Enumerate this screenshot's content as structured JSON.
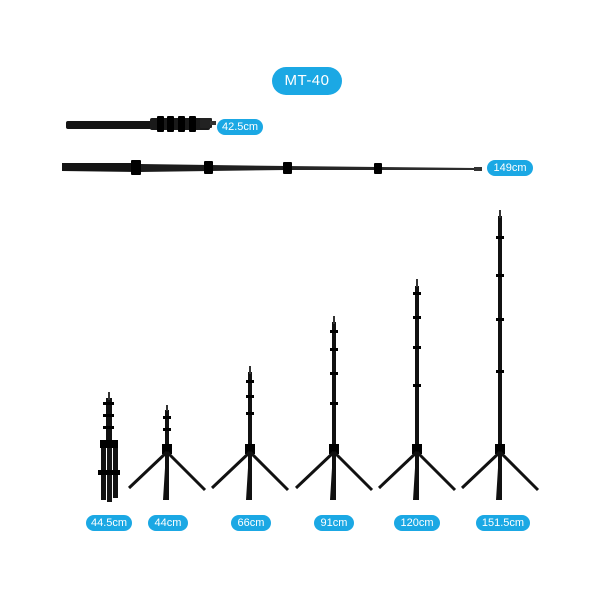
{
  "title": "MT-40",
  "pole_collapsed_label": "42.5cm",
  "pole_extended_label": "149cm",
  "stand_labels": [
    "44.5cm",
    "44cm",
    "66cm",
    "91cm",
    "120cm",
    "151.5cm"
  ],
  "accent_color": "#1ba8e4"
}
